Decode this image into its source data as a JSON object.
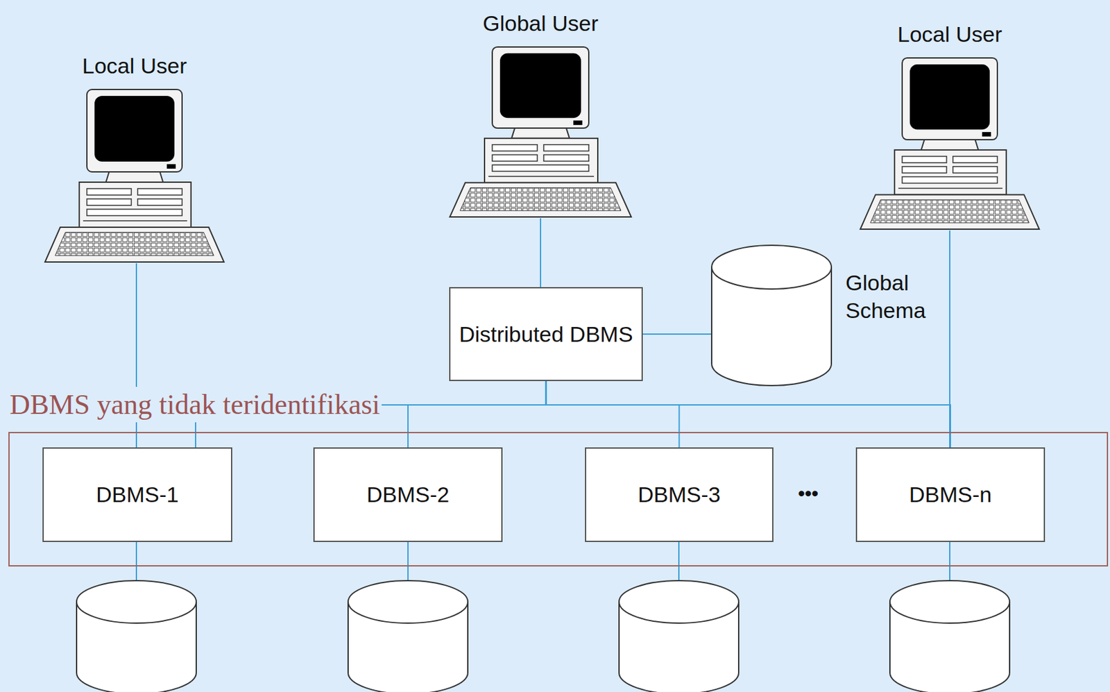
{
  "diagram": {
    "nodes": [
      {
        "text": [
          "Local User"
        ]
      },
      {
        "text": [
          "Global User"
        ]
      },
      {
        "text": [
          "Local User"
        ]
      },
      {
        "text": [
          "Distributed DBMS"
        ]
      },
      {
        "text": [
          "Global Schema"
        ]
      },
      {
        "text": [
          "DBMS yang tidak teridentifikasi"
        ]
      },
      {
        "text": [
          "DBMS-1"
        ],
        "in": 5
      },
      {
        "text": [
          "DBMS-2"
        ],
        "in": 5
      },
      {
        "text": [
          "DBMS-3"
        ],
        "in": 5
      },
      {
        "text": [
          "DBMS-n"
        ],
        "in": 5
      }
    ],
    "edges": [
      {
        "from": 0,
        "to": 6,
        "arrow": "none"
      },
      {
        "from": 1,
        "to": 3,
        "arrow": "none"
      },
      {
        "from": 3,
        "to": 4,
        "arrow": "none"
      },
      {
        "from": 3,
        "to": 6,
        "arrow": "none"
      },
      {
        "from": 3,
        "to": 7,
        "arrow": "none"
      },
      {
        "from": 3,
        "to": 8,
        "arrow": "none"
      },
      {
        "from": 3,
        "to": 9,
        "arrow": "none"
      },
      {
        "from": 2,
        "to": 9,
        "arrow": "none"
      }
    ],
    "labels": [
      "•••"
    ]
  }
}
